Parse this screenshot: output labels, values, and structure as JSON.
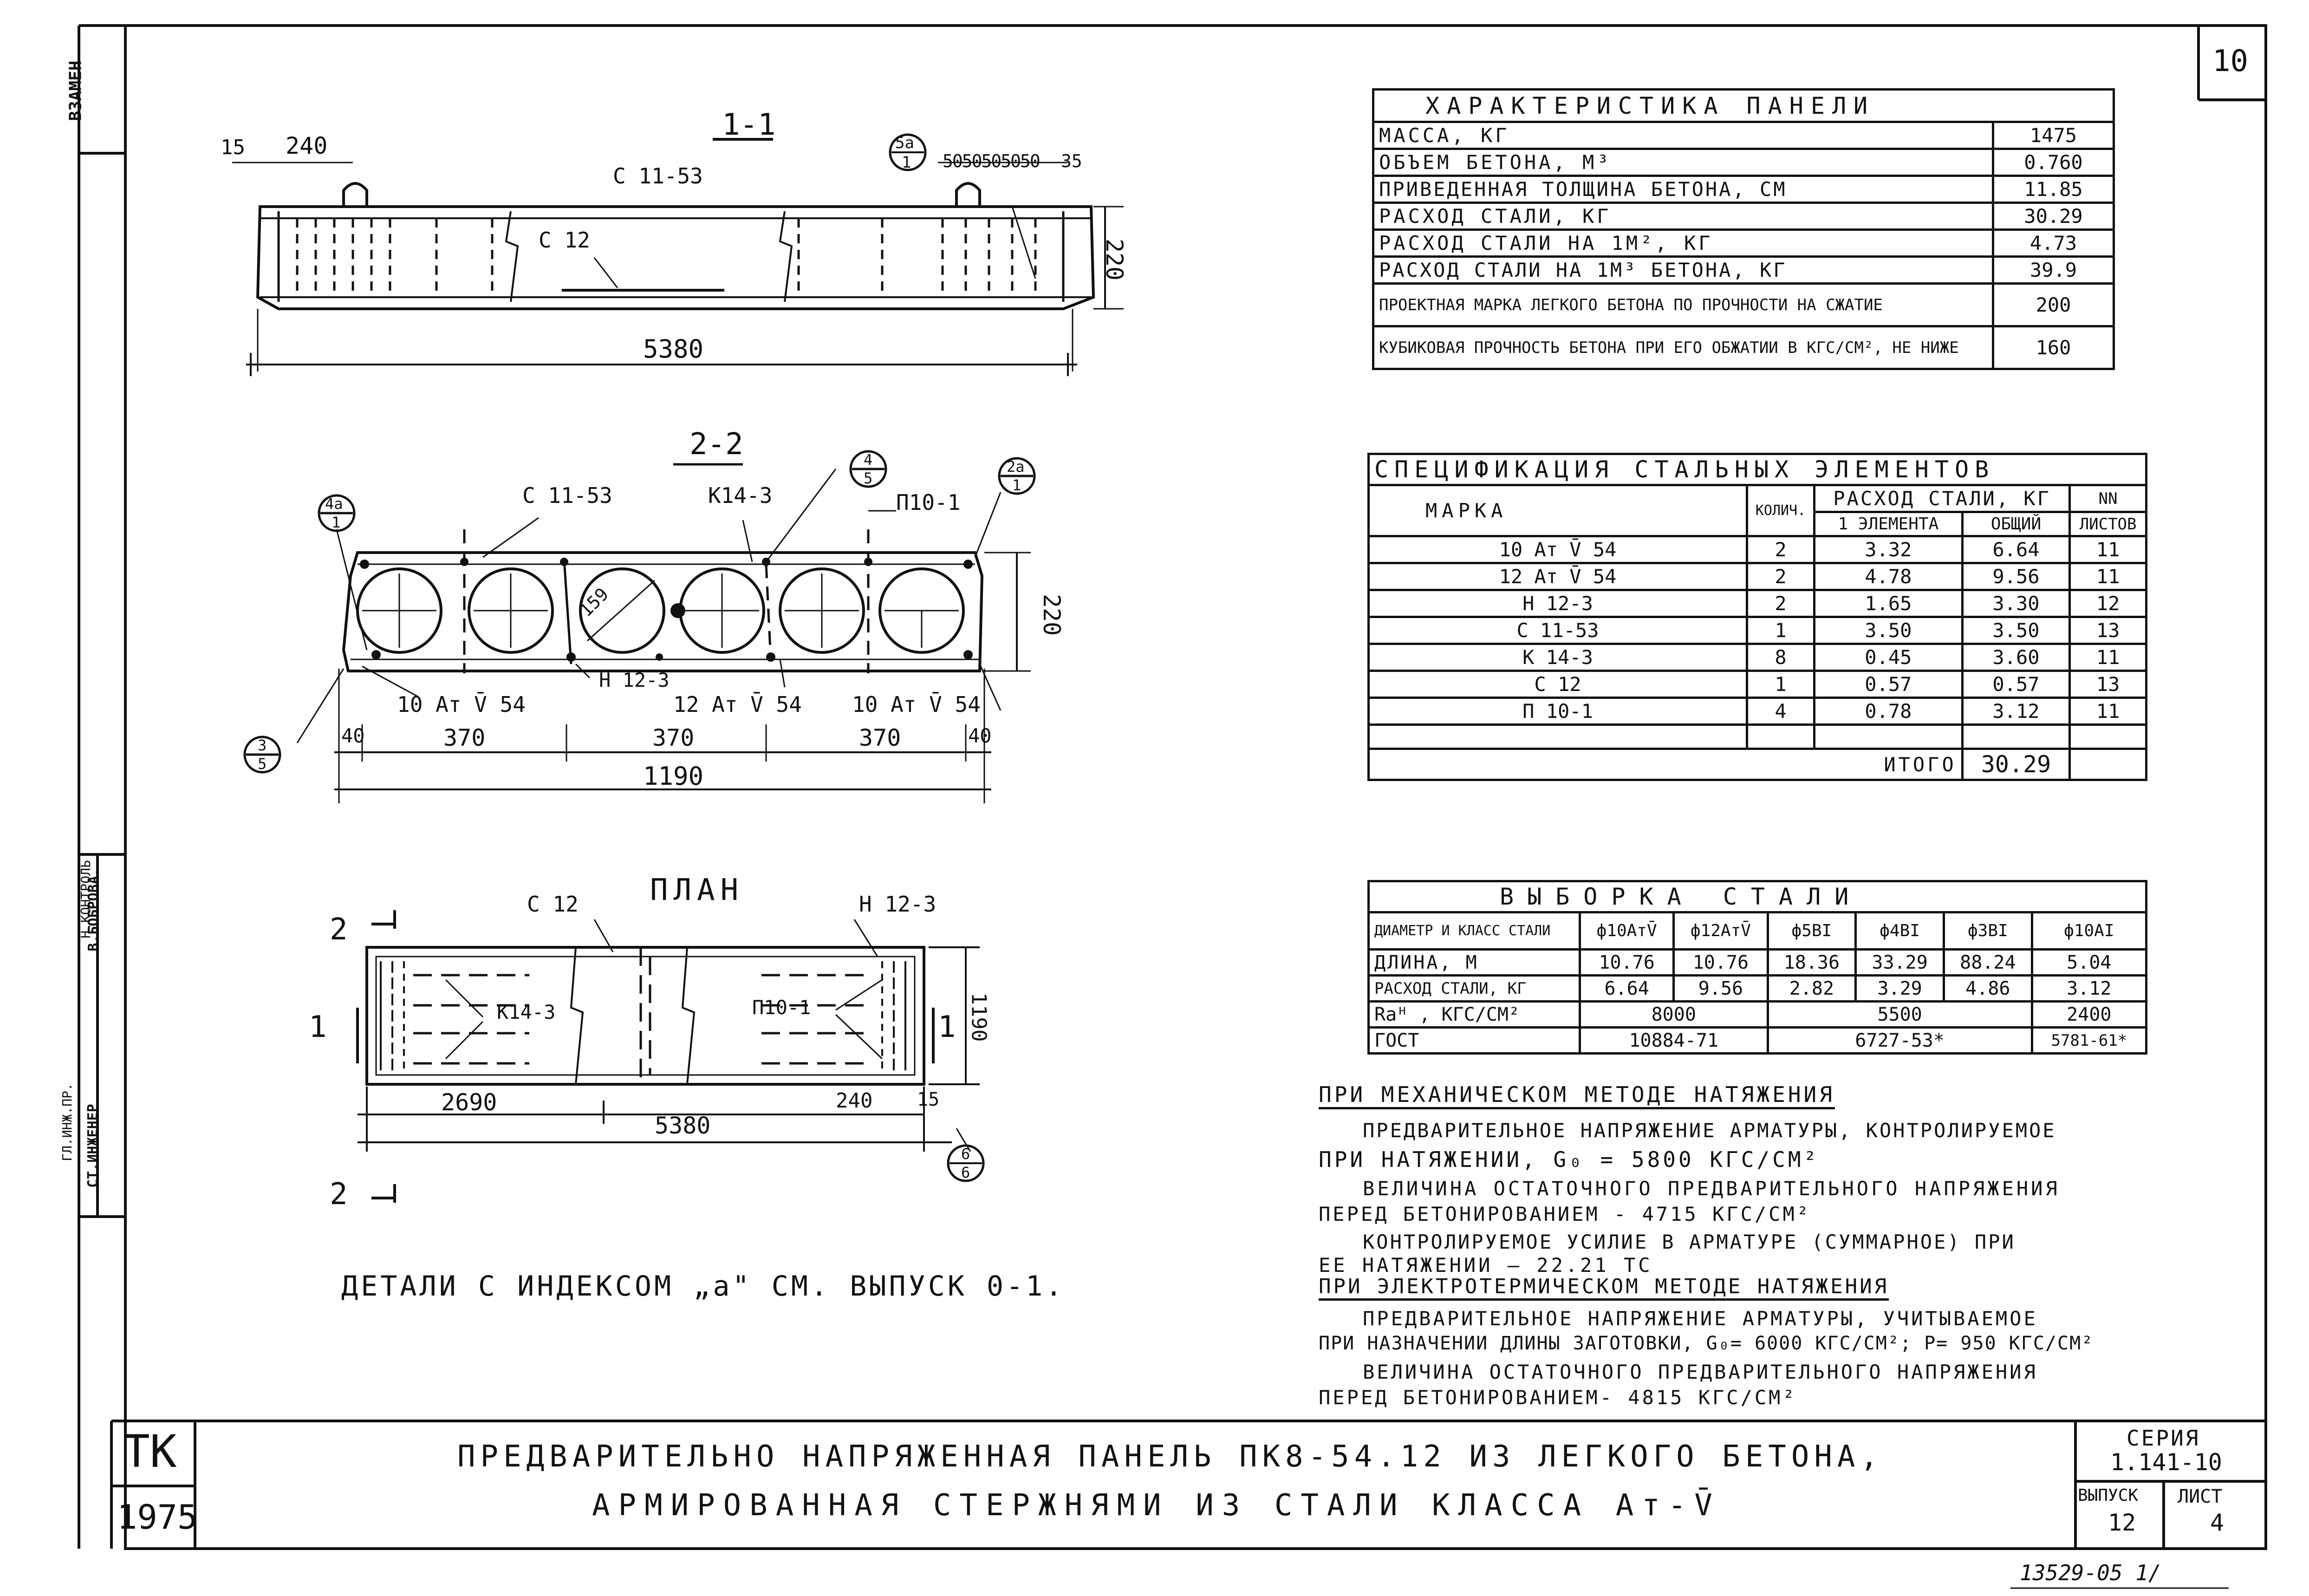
{
  "sheet_number": "10",
  "side_stamp": {
    "vzamen": "ВЗАМЕН",
    "n_kontrol": "Н.КОНТРОЛЬ",
    "bobrova": "В.БОБРОВА",
    "st_inzhener": "СТ.ИНЖЕНЕР",
    "gl_inzh": "ГЛ.ИНЖ.ПР."
  },
  "section_1_1": {
    "title": "1-1",
    "dims": {
      "d15": "15",
      "d240": "240",
      "d5380": "5380",
      "d220": "220",
      "d5050": "5050505050",
      "d35": "35"
    },
    "labels": {
      "c11_53": "С 11-53",
      "c12": "С 12",
      "callout_top": "5а",
      "callout_bottom": "1"
    }
  },
  "section_2_2": {
    "title": "2-2",
    "labels": {
      "c11_53": "С 11-53",
      "k14_3": "К14-3",
      "p10_1": "П10-1",
      "h12_3": "Н 12-3",
      "bar_left": "10 Ат V̄ 54",
      "bar_mid": "12 Ат V̄ 54",
      "bar_right": "10 Ат V̄ 54",
      "d159": "159"
    },
    "callouts": [
      {
        "top": "4а",
        "bottom": "1"
      },
      {
        "top": "4",
        "bottom": "5"
      },
      {
        "top": "2а",
        "bottom": "1"
      },
      {
        "top": "3",
        "bottom": "5"
      }
    ],
    "dims": {
      "d40a": "40",
      "d370a": "370",
      "d370b": "370",
      "d370c": "370",
      "d40b": "40",
      "d1190": "1190",
      "d220": "220"
    }
  },
  "plan": {
    "title": "ПЛАН",
    "labels": {
      "c12": "С 12",
      "h12_3": "Н 12-3",
      "k14_3": "К14-3",
      "p10_1": "П10-1",
      "cut2_top": "2",
      "cut2_bottom": "2",
      "cut1_left": "1",
      "cut1_right": "1"
    },
    "dims": {
      "d2690": "2690",
      "d5380": "5380",
      "d240": "240",
      "d15": "15",
      "d1190": "1190"
    },
    "callout": {
      "top": "6",
      "bottom": "6"
    }
  },
  "details_note": "ДЕТАЛИ С ИНДЕКСОМ „а\" СМ. ВЫПУСК 0-1.",
  "characteristics": {
    "title": "ХАРАКТЕРИСТИКА ПАНЕЛИ",
    "rows": [
      {
        "label": "МАССА, КГ",
        "value": "1475"
      },
      {
        "label": "ОБЪЕМ БЕТОНА, М³",
        "value": "0.760"
      },
      {
        "label": "ПРИВЕДЕННАЯ ТОЛЩИНА БЕТОНА, СМ",
        "value": "11.85"
      },
      {
        "label": "РАСХОД СТАЛИ, КГ",
        "value": "30.29"
      },
      {
        "label": "РАСХОД СТАЛИ НА 1М², КГ",
        "value": "4.73"
      },
      {
        "label": "РАСХОД СТАЛИ НА 1М³ БЕТОНА, КГ",
        "value": "39.9"
      },
      {
        "label": "ПРОЕКТНАЯ МАРКА ЛЕГКОГО БЕТОНА ПО ПРОЧНОСТИ НА СЖАТИЕ",
        "value": "200"
      },
      {
        "label": "КУБИКОВАЯ ПРОЧНОСТЬ БЕТОНА ПРИ ЕГО ОБЖАТИИ В КГС/СМ², НЕ НИЖЕ",
        "value": "160"
      }
    ]
  },
  "specification": {
    "title": "СПЕЦИФИКАЦИЯ СТАЛЬНЫХ ЭЛЕМЕНТОВ",
    "headers": {
      "mark": "МАРКА",
      "qty": "КОЛИЧ.",
      "consumption": "РАСХОД СТАЛИ, КГ",
      "one": "1 ЭЛЕМЕНТА",
      "total": "ОБЩИЙ",
      "sheets_top": "NN",
      "sheets": "ЛИСТОВ"
    },
    "rows": [
      {
        "mark": "10 Ат V̄ 54",
        "qty": "2",
        "one": "3.32",
        "total": "6.64",
        "sheet": "11"
      },
      {
        "mark": "12 Ат V̄ 54",
        "qty": "2",
        "one": "4.78",
        "total": "9.56",
        "sheet": "11"
      },
      {
        "mark": "Н 12-3",
        "qty": "2",
        "one": "1.65",
        "total": "3.30",
        "sheet": "12"
      },
      {
        "mark": "С 11-53",
        "qty": "1",
        "one": "3.50",
        "total": "3.50",
        "sheet": "13"
      },
      {
        "mark": "К 14-3",
        "qty": "8",
        "one": "0.45",
        "total": "3.60",
        "sheet": "11"
      },
      {
        "mark": "С 12",
        "qty": "1",
        "one": "0.57",
        "total": "0.57",
        "sheet": "13"
      },
      {
        "mark": "П 10-1",
        "qty": "4",
        "one": "0.78",
        "total": "3.12",
        "sheet": "11"
      }
    ],
    "total_label": "ИТОГО",
    "total_value": "30.29"
  },
  "steel_selection": {
    "title": "ВЫБОРКА СТАЛИ",
    "header_label": "ДИАМЕТР И КЛАСС СТАЛИ",
    "columns": [
      "ф10АтV̄",
      "ф12АтV̄",
      "ф5ВI",
      "ф4ВI",
      "ф3ВI",
      "ф10АI"
    ],
    "length_label": "ДЛИНА, М",
    "lengths": [
      "10.76",
      "10.76",
      "18.36",
      "33.29",
      "88.24",
      "5.04"
    ],
    "mass_label": "РАСХОД СТАЛИ, КГ",
    "masses": [
      "6.64",
      "9.56",
      "2.82",
      "3.29",
      "4.86",
      "3.12"
    ],
    "ra_label": "Rаᴴ , КГС/СМ²",
    "ra_values": [
      "8000",
      "5500",
      "2400"
    ],
    "gost_label": "ГОСТ",
    "gost_values": [
      "10884-71",
      "6727-53*",
      "5781-61*"
    ]
  },
  "notes": {
    "mech_title": "ПРИ МЕХАНИЧЕСКОМ МЕТОДЕ НАТЯЖЕНИЯ",
    "mech_1a": "ПРЕДВАРИТЕЛЬНОЕ НАПРЯЖЕНИЕ АРМАТУРЫ, КОНТРОЛИРУЕМОЕ",
    "mech_1b": "ПРИ НАТЯЖЕНИИ, G₀ = 5800 КГС/СМ²",
    "mech_2a": "ВЕЛИЧИНА ОСТАТОЧНОГО ПРЕДВАРИТЕЛЬНОГО НАПРЯЖЕНИЯ",
    "mech_2b": "ПЕРЕД БЕТОНИРОВАНИЕМ - 4715 КГС/СМ²",
    "mech_3a": "КОНТРОЛИРУЕМОЕ УСИЛИЕ В АРМАТУРЕ (СУММАРНОЕ) ПРИ",
    "mech_3b": "ЕЕ НАТЯЖЕНИИ — 22.21 ТС",
    "elec_title": "ПРИ ЭЛЕКТРОТЕРМИЧЕСКОМ МЕТОДЕ НАТЯЖЕНИЯ",
    "elec_1a": "ПРЕДВАРИТЕЛЬНОЕ НАПРЯЖЕНИЕ АРМАТУРЫ, УЧИТЫВАЕМОЕ",
    "elec_1b": "ПРИ НАЗНАЧЕНИИ ДЛИНЫ ЗАГОТОВКИ, G₀= 6000 КГС/СМ²; Р= 950 КГС/СМ²",
    "elec_2a": "ВЕЛИЧИНА ОСТАТОЧНОГО ПРЕДВАРИТЕЛЬНОГО НАПРЯЖЕНИЯ",
    "elec_2b": "ПЕРЕД БЕТОНИРОВАНИЕМ- 4815 КГС/СМ²"
  },
  "title_block": {
    "org": "ТК",
    "year": "1975",
    "title_line1": "ПРЕДВАРИТЕЛЬНО НАПРЯЖЕННАЯ ПАНЕЛЬ ПК8-54.12 ИЗ ЛЕГКОГО БЕТОНА,",
    "title_line2": "АРМИРОВАННАЯ СТЕРЖНЯМИ ИЗ СТАЛИ КЛАССА Ат-V̄",
    "series_label": "СЕРИЯ",
    "series_value": "1.141-10",
    "issue_label": "ВЫПУСК",
    "issue_value": "12",
    "sheet_label": "ЛИСТ",
    "sheet_value": "4"
  },
  "footer_code": "13529-05 1/"
}
